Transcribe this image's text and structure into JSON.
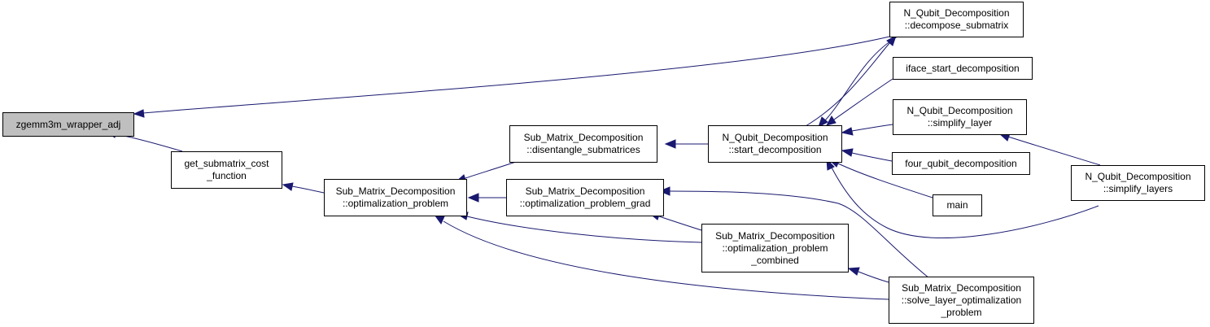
{
  "colors": {
    "edge": "#191970",
    "root_fill": "#bfbfbf",
    "node_fill": "#ffffff",
    "node_border": "#000000"
  },
  "nodes": {
    "zgemm": {
      "lines": [
        "zgemm3m_wrapper_adj"
      ]
    },
    "get_cost": {
      "lines": [
        "get_submatrix_cost",
        "_function"
      ]
    },
    "smd_opt": {
      "lines": [
        "Sub_Matrix_Decomposition",
        "::optimalization_problem"
      ]
    },
    "smd_dis": {
      "lines": [
        "Sub_Matrix_Decomposition",
        "::disentangle_submatrices"
      ]
    },
    "smd_grad": {
      "lines": [
        "Sub_Matrix_Decomposition",
        "::optimalization_problem_grad"
      ]
    },
    "nq_start": {
      "lines": [
        "N_Qubit_Decomposition",
        "::start_decomposition"
      ]
    },
    "smd_comb": {
      "lines": [
        "Sub_Matrix_Decomposition",
        "::optimalization_problem",
        "_combined"
      ]
    },
    "smd_solve": {
      "lines": [
        "Sub_Matrix_Decomposition",
        "::solve_layer_optimalization",
        "_problem"
      ]
    },
    "nq_decsub": {
      "lines": [
        "N_Qubit_Decomposition",
        "::decompose_submatrix"
      ]
    },
    "iface": {
      "lines": [
        "iface_start_decomposition"
      ]
    },
    "nq_simpl": {
      "lines": [
        "N_Qubit_Decomposition",
        "::simplify_layer"
      ]
    },
    "four": {
      "lines": [
        "four_qubit_decomposition"
      ]
    },
    "main": {
      "lines": [
        "main"
      ]
    },
    "nq_simpls": {
      "lines": [
        "N_Qubit_Decomposition",
        "::simplify_layers"
      ]
    }
  }
}
